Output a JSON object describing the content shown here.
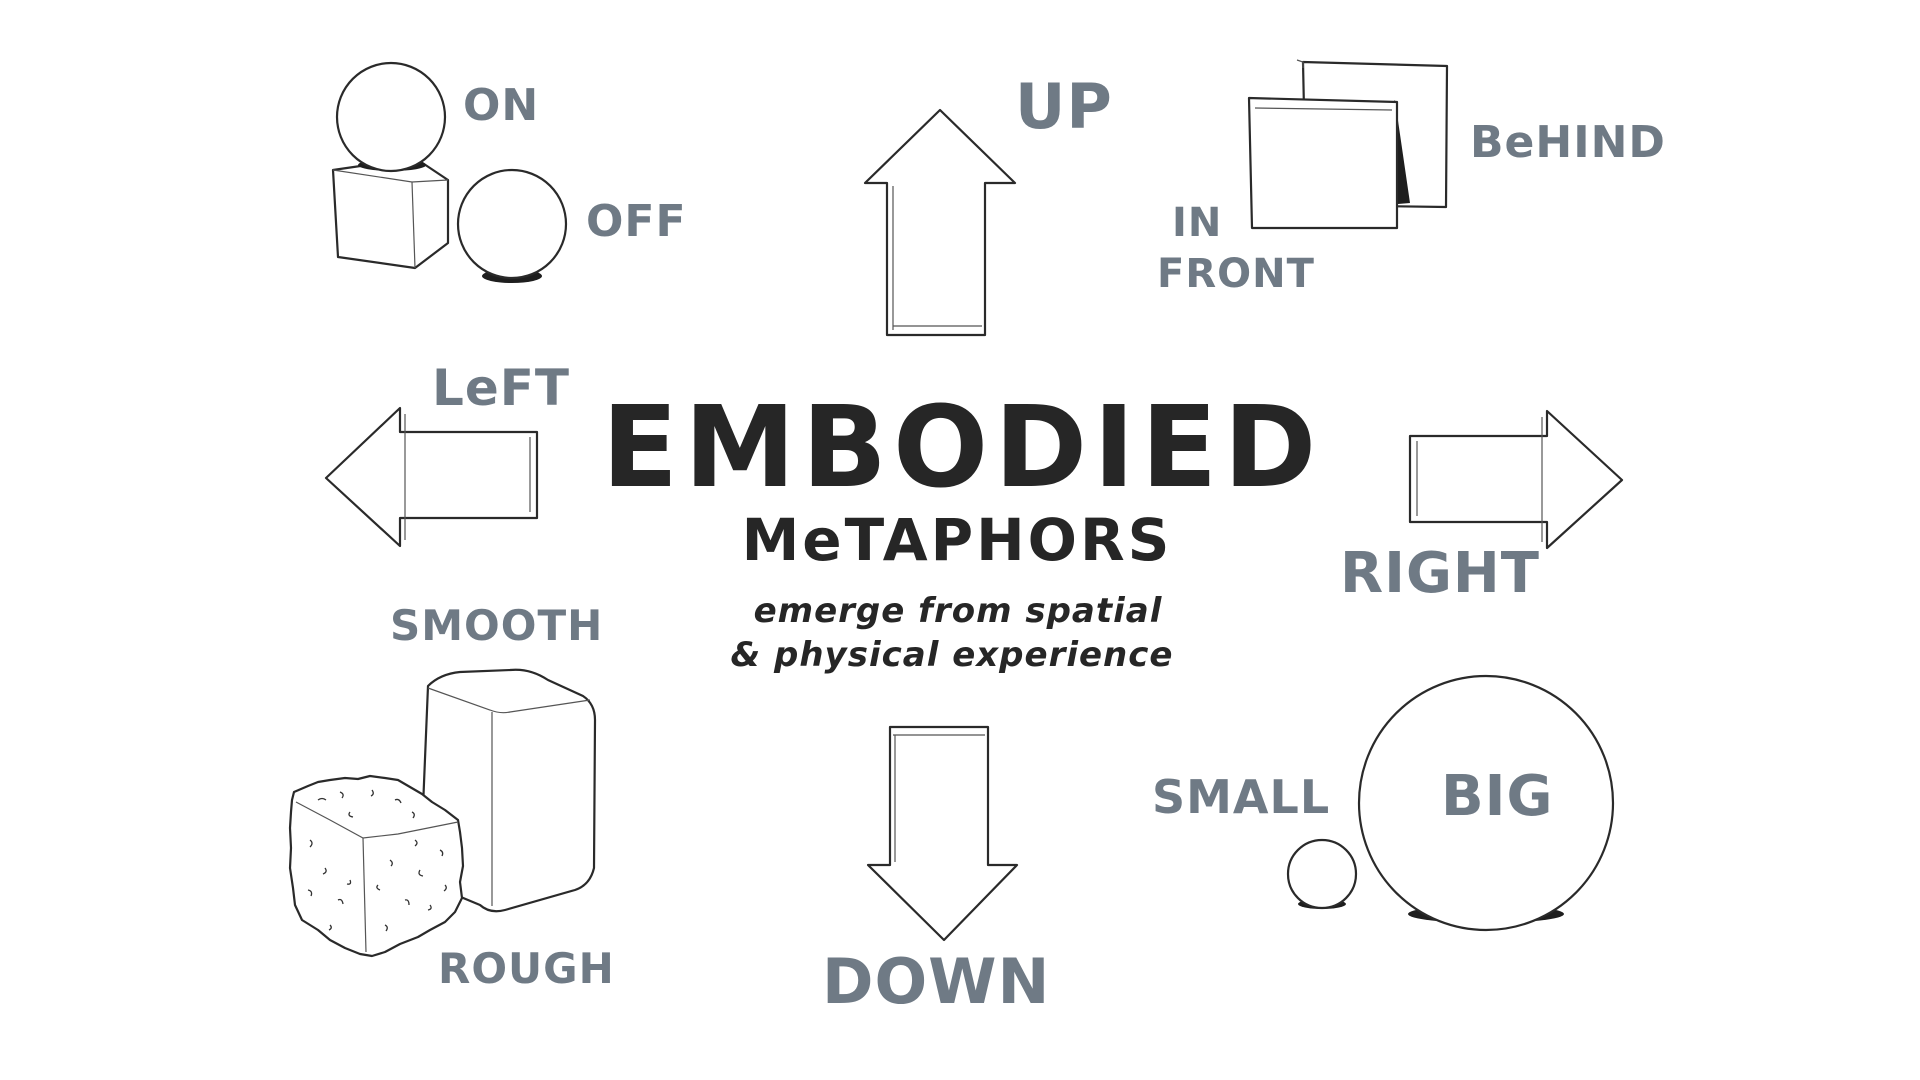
{
  "title": {
    "main": "EMBODIED",
    "sub": "MeTAPHORS",
    "line1": "emerge from spatial",
    "line2": "& physical experience"
  },
  "labels": {
    "on": "ON",
    "off": "OFF",
    "up": "UP",
    "behind": "BeHIND",
    "in_front_line1": "IN",
    "in_front_line2": "FRONT",
    "left": "LeFT",
    "right": "RIGHT",
    "smooth": "SMOOTH",
    "rough": "ROUGH",
    "down": "DOWN",
    "small": "SMALL",
    "big": "BIG"
  },
  "colors": {
    "label": "#6f7a85",
    "title": "#262626",
    "outline": "#2a2a2a"
  }
}
